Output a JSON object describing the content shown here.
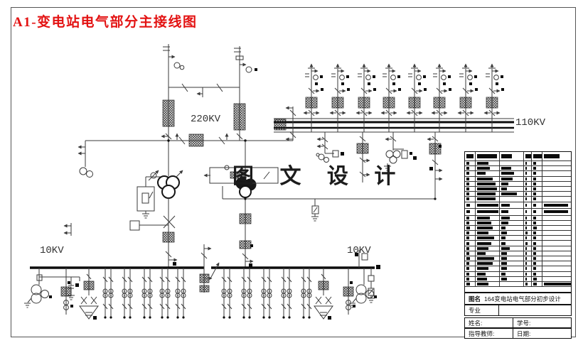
{
  "page": {
    "title": "A1-变电站电气部分主接线图",
    "watermark": "图 文 设 计"
  },
  "labels": {
    "v220": "220KV",
    "v110": "110KV",
    "v10_left": "10KV",
    "v10_right": "10KV"
  },
  "title_block": {
    "drawing_no_label": "图名",
    "drawing_title": "164变电站电气部分初步设计",
    "major_label": "专业",
    "name_label": "姓名:",
    "student_id_label": "学号:",
    "advisor_label": "指导教师:",
    "date_label": "日期:"
  },
  "equipment_table": {
    "columns": [
      15,
      35,
      34,
      11,
      15,
      41
    ],
    "header_bars": [
      10,
      28,
      15,
      10,
      14,
      22
    ],
    "tall_rows": [
      8,
      9
    ],
    "rows": [
      [
        4,
        16,
        0,
        2,
        4,
        0
      ],
      [
        4,
        18,
        14,
        2,
        4,
        0
      ],
      [
        4,
        12,
        18,
        2,
        4,
        0
      ],
      [
        4,
        22,
        16,
        2,
        4,
        0
      ],
      [
        4,
        26,
        10,
        2,
        4,
        0
      ],
      [
        4,
        28,
        8,
        2,
        4,
        0
      ],
      [
        4,
        26,
        22,
        2,
        4,
        0
      ],
      [
        4,
        26,
        0,
        2,
        4,
        0
      ],
      [
        5,
        30,
        12,
        2,
        4,
        34
      ],
      [
        5,
        30,
        10,
        2,
        4,
        34
      ],
      [
        4,
        18,
        12,
        2,
        4,
        0
      ],
      [
        4,
        20,
        10,
        2,
        4,
        0
      ],
      [
        5,
        22,
        6,
        2,
        5,
        0
      ],
      [
        4,
        16,
        8,
        3,
        4,
        0
      ],
      [
        4,
        24,
        6,
        2,
        4,
        0
      ],
      [
        4,
        20,
        6,
        3,
        4,
        0
      ],
      [
        4,
        16,
        12,
        2,
        4,
        0
      ],
      [
        4,
        12,
        8,
        2,
        4,
        0
      ],
      [
        5,
        24,
        8,
        2,
        4,
        0
      ],
      [
        4,
        22,
        8,
        2,
        4,
        0
      ],
      [
        4,
        16,
        8,
        2,
        4,
        0
      ],
      [
        4,
        12,
        6,
        2,
        4,
        0
      ],
      [
        4,
        14,
        8,
        2,
        5,
        0
      ],
      [
        5,
        16,
        0,
        3,
        5,
        38
      ]
    ]
  }
}
